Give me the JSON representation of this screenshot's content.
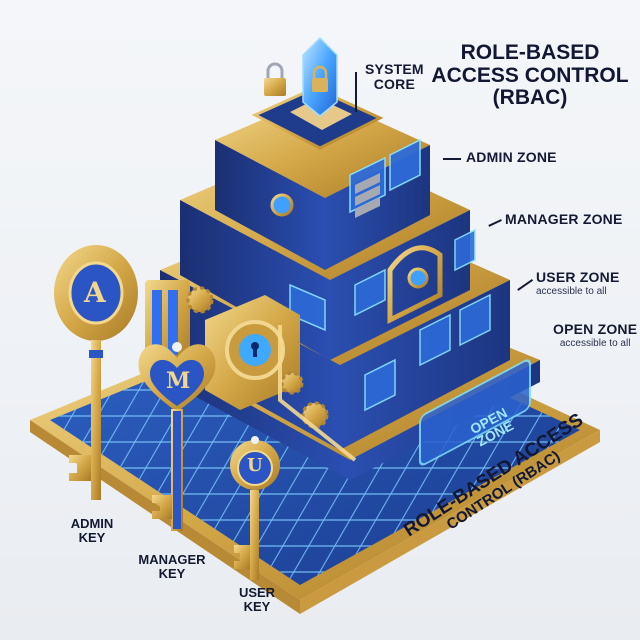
{
  "title": {
    "line1": "ROLE-BASED",
    "line2": "ACCESS CONTROL",
    "line3": "(RBAC)"
  },
  "zones": [
    {
      "name": "SYSTEM",
      "name2": "CORE",
      "subtitle": ""
    },
    {
      "name": "ADMIN ZONE",
      "subtitle": ""
    },
    {
      "name": "MANAGER ZONE",
      "subtitle": ""
    },
    {
      "name": "USER ZONE",
      "subtitle": "accessible to all"
    },
    {
      "name": "OPEN ZONE",
      "subtitle": "accessible to all"
    }
  ],
  "panel": {
    "open_zone_line1": "OPEN",
    "open_zone_line2": "ZONE"
  },
  "keys": [
    {
      "letter": "A",
      "label1": "ADMIN",
      "label2": "KEY"
    },
    {
      "letter": "M",
      "label1": "MANAGER",
      "label2": "KEY"
    },
    {
      "letter": "U",
      "label1": "USER",
      "label2": "KEY"
    }
  ],
  "floor_caption": {
    "line1": "ROLE-BASED ACCESS",
    "line2": "CONTROL (RBAC)"
  },
  "colors": {
    "gold": "#d9b25a",
    "navy": "#1f3b8f",
    "glow": "#4fb6ff",
    "text": "#141a33"
  }
}
